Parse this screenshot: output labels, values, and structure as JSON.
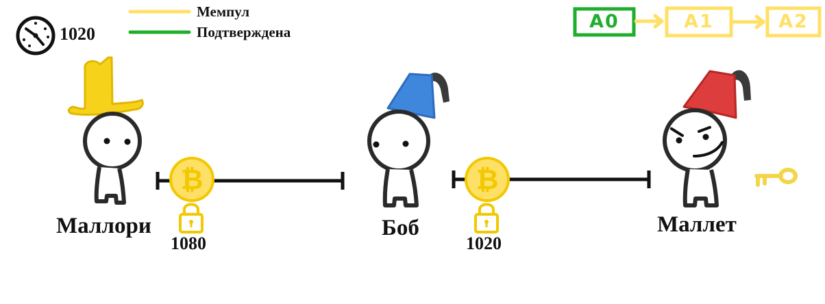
{
  "legend": {
    "mempool_label": "Мемпул",
    "confirmed_label": "Подтверждена",
    "mempool_color": "#ffe066",
    "confirmed_color": "#1fae2e"
  },
  "clock": {
    "icon": "clock-icon",
    "value": "1020"
  },
  "chain": {
    "blocks": [
      {
        "label": "A0",
        "status": "confirmed"
      },
      {
        "label": "A1",
        "status": "mempool"
      },
      {
        "label": "A2",
        "status": "mempool"
      }
    ]
  },
  "people": [
    {
      "name": "Маллори",
      "hat": "yellow-tall-hat",
      "hat_color": "#f7d21a"
    },
    {
      "name": "Боб",
      "hat": "blue-fez",
      "hat_color": "#3f86dd"
    },
    {
      "name": "Маллет",
      "hat": "red-fez",
      "hat_color": "#dd3d3d"
    }
  ],
  "channels": [
    {
      "amount": "1080",
      "coin": "bitcoin-coin-icon",
      "lock": "padlock-icon"
    },
    {
      "amount": "1020",
      "coin": "bitcoin-coin-icon",
      "lock": "padlock-icon"
    }
  ],
  "key": {
    "icon": "key-icon",
    "color": "#f3d54a"
  }
}
